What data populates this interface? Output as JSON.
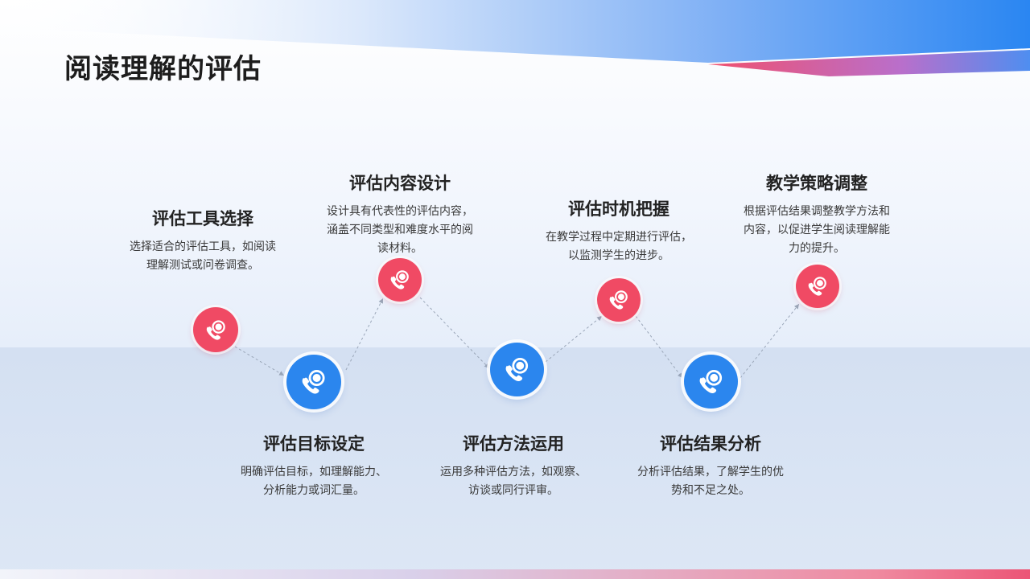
{
  "slide": {
    "title": "阅读理解的评估",
    "colors": {
      "accent_red": "#f04a64",
      "accent_blue": "#2b86ee"
    }
  },
  "steps": [
    {
      "title": "评估工具选择",
      "desc_lines": [
        "选择适合的评估工具，如阅读",
        "理解测试或问卷调查。"
      ],
      "icon": "phone-chat-icon",
      "color": "red"
    },
    {
      "title": "评估目标设定",
      "desc_lines": [
        "明确评估目标，如理解能力、",
        "分析能力或词汇量。"
      ],
      "icon": "phone-chat-icon",
      "color": "blue"
    },
    {
      "title": "评估内容设计",
      "desc_lines": [
        "设计具有代表性的评估内容，",
        "涵盖不同类型和难度水平的阅",
        "读材料。"
      ],
      "icon": "phone-chat-icon",
      "color": "red"
    },
    {
      "title": "评估方法运用",
      "desc_lines": [
        "运用多种评估方法，如观察、",
        "访谈或同行评审。"
      ],
      "icon": "phone-chat-icon",
      "color": "blue"
    },
    {
      "title": "评估时机把握",
      "desc_lines": [
        "在教学过程中定期进行评估，",
        "以监测学生的进步。"
      ],
      "icon": "phone-chat-icon",
      "color": "red"
    },
    {
      "title": "评估结果分析",
      "desc_lines": [
        "分析评估结果，了解学生的优",
        "势和不足之处。"
      ],
      "icon": "phone-chat-icon",
      "color": "blue"
    },
    {
      "title": "教学策略调整",
      "desc_lines": [
        "根据评估结果调整教学方法和",
        "内容，以促进学生阅读理解能",
        "力的提升。"
      ],
      "icon": "phone-chat-icon",
      "color": "red"
    }
  ]
}
